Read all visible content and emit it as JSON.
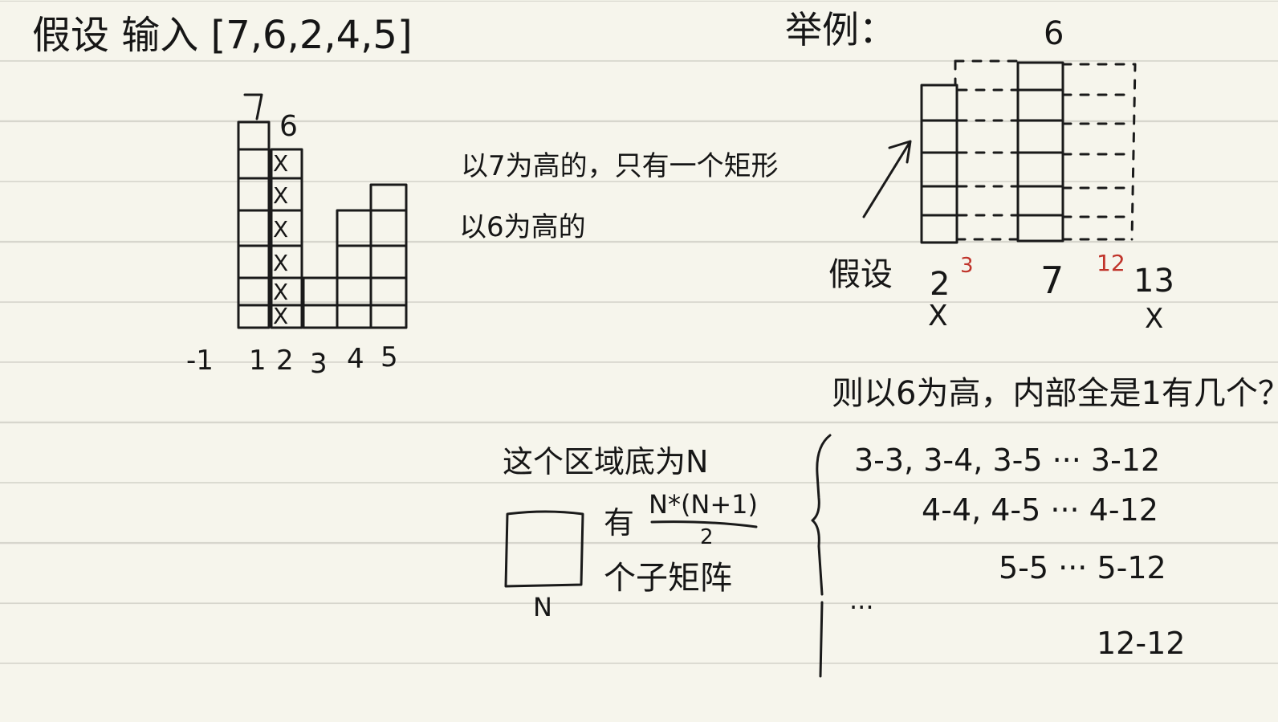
{
  "left": {
    "heading": "假设 输入 [7,6,2,4,5]",
    "bar_labels_top": [
      "7",
      "6"
    ],
    "axis_labels": [
      "-1",
      "1",
      "2",
      "3",
      "4",
      "5"
    ],
    "bar_values": [
      7,
      6,
      2,
      4,
      5
    ],
    "crossed_bar_index": 1,
    "cross_mark": "X"
  },
  "middle": {
    "note1": "以7为高的，只有一个矩形",
    "note2": "以6为高的"
  },
  "right": {
    "heading": "举例：",
    "top_label": "6",
    "assume_label": "假设",
    "below_labels": {
      "a": "2",
      "a_red": "3",
      "b": "7",
      "b_red": "12",
      "c": "13"
    },
    "x_mark": "X",
    "question": "则以6为高，内部全是1有几个？"
  },
  "formula": {
    "line1": "这个区域底为N",
    "have": "有",
    "numerator": "N*(N+1)",
    "denominator": "2",
    "line3": "个子矩阵",
    "n_label": "N"
  },
  "list": {
    "rows": [
      "3-3, 3-4, 3-5 ··· 3-12",
      "4-4, 4-5 ··· 4-12",
      "5-5 ··· 5-12",
      "···",
      "12-12"
    ]
  },
  "colors": {
    "paper": "#f6f5ec",
    "rule": "#d7d6cd",
    "ink": "#1a1a1a",
    "red": "#c0342b"
  }
}
